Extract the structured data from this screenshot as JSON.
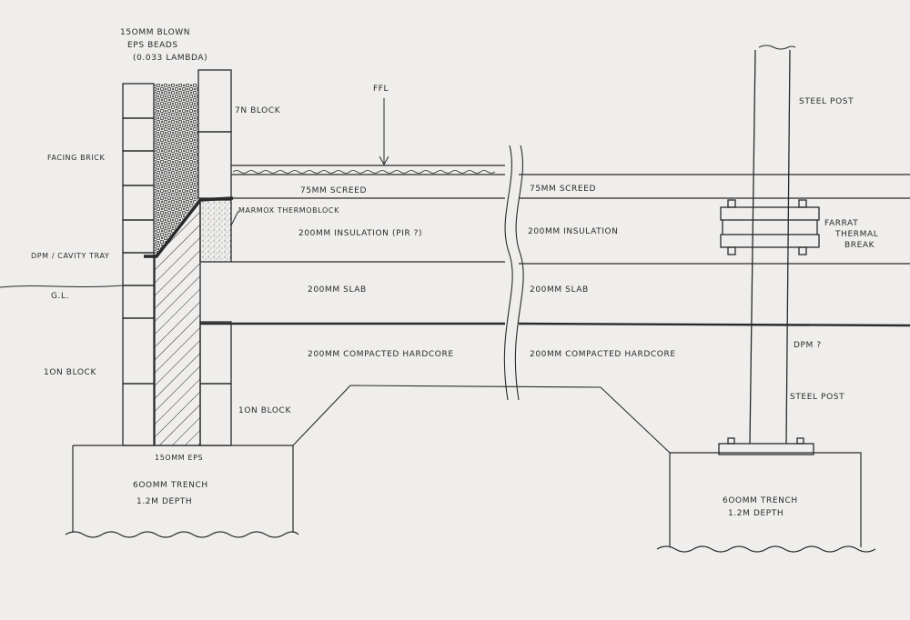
{
  "labels": {
    "eps_beads_1": "15OMM BLOWN",
    "eps_beads_2": "EPS BEADS",
    "eps_beads_3": "(0.033 LAMBDA)",
    "block_7n": "7N BLOCK",
    "ffl": "FFL",
    "steel_post_top": "STEEL POST",
    "facing_brick": "FACING BRICK",
    "screed_left": "75MM SCREED",
    "screed_right": "75MM SCREED",
    "marmox": "MARMOX THERMOBLOCK",
    "insulation_left": "200MM INSULATION (PIR ?)",
    "insulation_right": "200MM INSULATION",
    "farrat_1": "FARRAT",
    "farrat_2": "THERMAL",
    "farrat_3": "BREAK",
    "dpm_cavity": "DPM / CAVITY TRAY",
    "gl": "G.L.",
    "slab_left": "200MM SLAB",
    "slab_right": "200MM SLAB",
    "dpm_q": "DPM ?",
    "hardcore_left": "200MM COMPACTED HARDCORE",
    "hardcore_right": "200MM COMPACTED HARDCORE",
    "block_10n_left": "1ON BLOCK",
    "steel_post_lower": "STEEL POST",
    "block_10n_right": "1ON BLOCK",
    "eps_150": "15OMM EPS",
    "trench_left_1": "6OOMM TRENCH",
    "trench_left_2": "1.2M DEPTH",
    "trench_right_1": "6OOMM TRENCH",
    "trench_right_2": "1.2M DEPTH"
  },
  "colors": {
    "paper": "#efeeec",
    "ink": "#2a2a2a",
    "insulation_fill": "#dcdad5"
  }
}
